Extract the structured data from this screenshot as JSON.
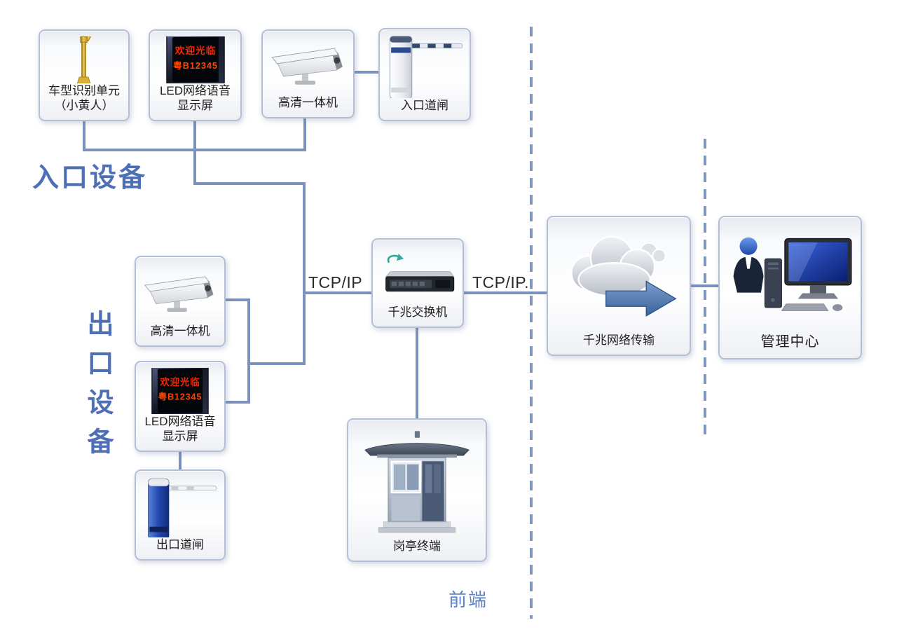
{
  "diagram": {
    "group_labels": {
      "entrance": "入口设备",
      "exit": "出口设备",
      "front_end": "前端"
    },
    "connection_labels": {
      "tcp_ip_left": "TCP/IP",
      "tcp_ip_right": "TCP/IP."
    },
    "led_screen": {
      "line1": "欢迎光临",
      "line2": "粤B12345"
    },
    "nodes": {
      "vehicle_recognition": {
        "line1": "车型识别单元",
        "line2": "（小黄人）"
      },
      "led_entrance": {
        "line1": "LED网络语音",
        "line2": "显示屏"
      },
      "camera_entrance": {
        "label": "高清一体机"
      },
      "entrance_barrier": {
        "label": "入口道闸"
      },
      "camera_exit": {
        "label": "高清一体机"
      },
      "led_exit": {
        "line1": "LED网络语音",
        "line2": "显示屏"
      },
      "exit_barrier": {
        "label": "出口道闸"
      },
      "gigabit_switch": {
        "label": "千兆交换机"
      },
      "booth_terminal": {
        "label": "岗亭终端"
      },
      "gigabit_network": {
        "label": "千兆网络传输"
      },
      "management_center": {
        "label": "管理中心"
      }
    },
    "colors": {
      "line": "#7b90bb",
      "group_label": "#4f6fb5",
      "led_text": "#ff2400"
    }
  }
}
